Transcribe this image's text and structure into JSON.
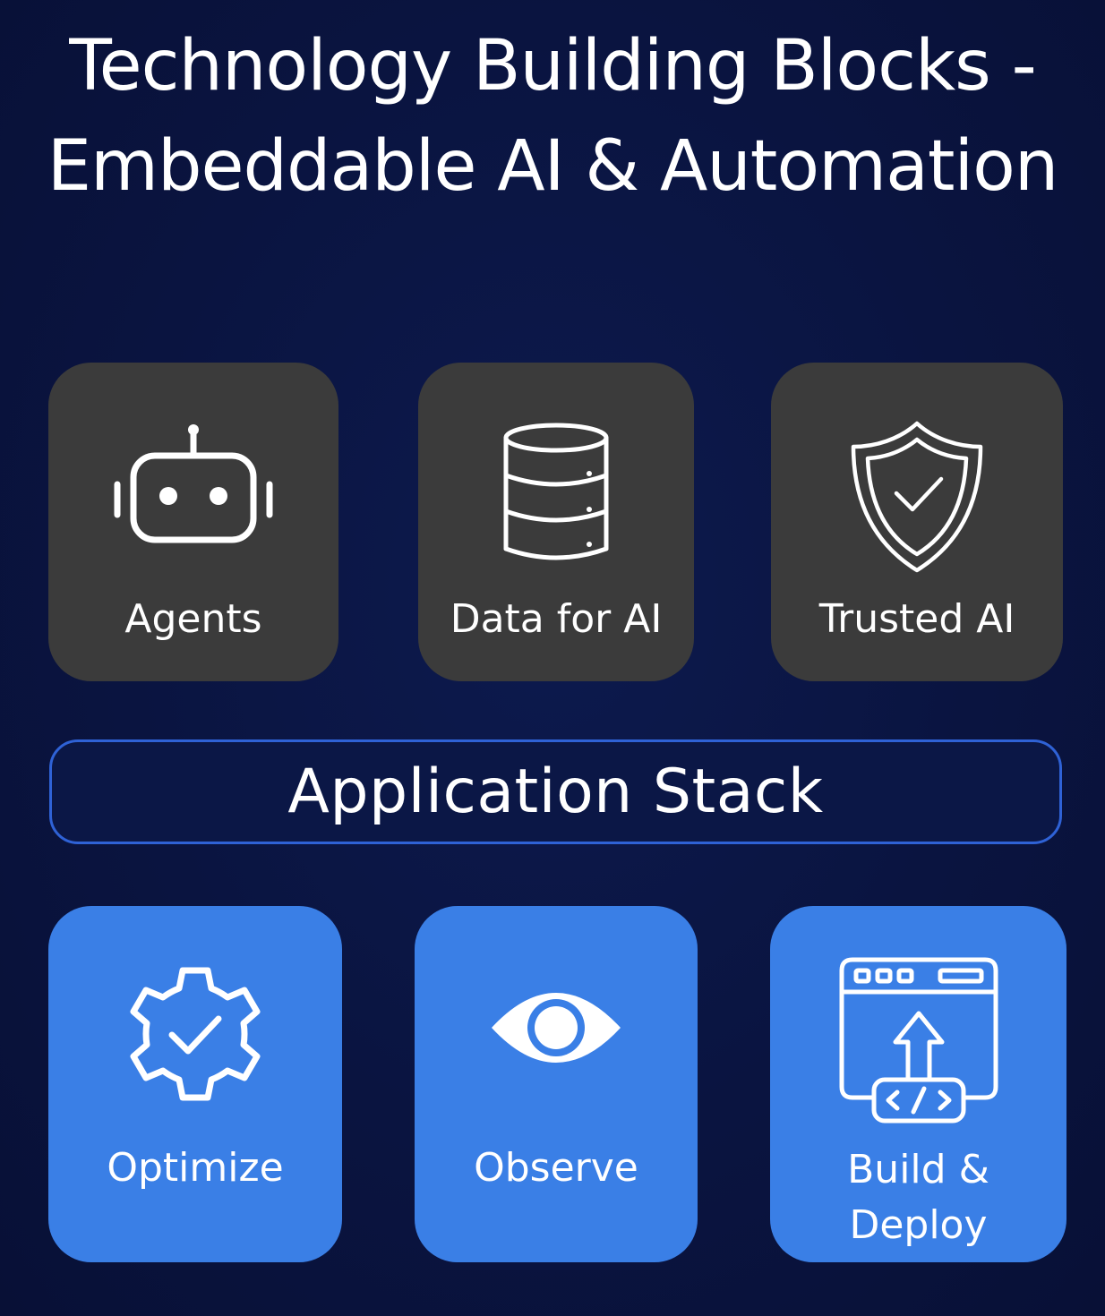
{
  "title": {
    "line1": "Technology Building Blocks -",
    "line2": "Embeddable AI & Automation"
  },
  "top_row": [
    {
      "label": "Agents",
      "icon": "robot-icon"
    },
    {
      "label": "Data for AI",
      "icon": "database-icon"
    },
    {
      "label": "Trusted AI",
      "icon": "shield-check-icon"
    }
  ],
  "stack": {
    "label": "Application Stack"
  },
  "bottom_row": [
    {
      "label": "Optimize",
      "icon": "gear-check-icon"
    },
    {
      "label": "Observe",
      "icon": "eye-icon"
    },
    {
      "label_line1": "Build &",
      "label_line2": "Deploy",
      "icon": "browser-code-deploy-icon"
    }
  ],
  "colors": {
    "background": "#0a1440",
    "dark_tile": "#3b3b3b",
    "blue_tile": "#3a7fe6",
    "stack_border": "#2f62d6"
  }
}
